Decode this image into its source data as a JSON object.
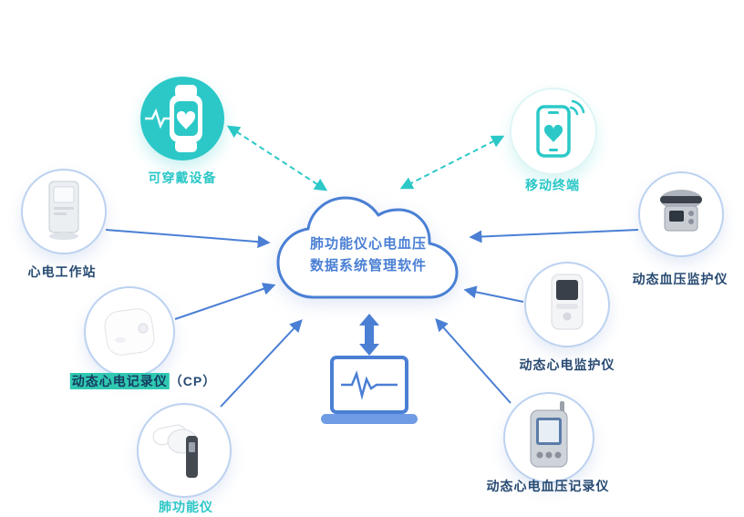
{
  "colors": {
    "teal": "#2cc8c8",
    "blue": "#4a7fd4",
    "teal_label": "#2bc7c7",
    "dark_label": "#274a72",
    "highlight": "#2fc9b2"
  },
  "cloud": {
    "line1": "肺功能仪心电血压",
    "line2": "数据系统管理软件"
  },
  "nodes": {
    "wearable": {
      "label": "可穿戴设备",
      "icon": "smartwatch-icon"
    },
    "mobile": {
      "label": "移动终端",
      "icon": "smartphone-icon"
    },
    "ecg_workstation": {
      "label": "心电工作站",
      "icon": "ecg-workstation-device"
    },
    "holter_recorder": {
      "label_highlight": "动态心电记录仪",
      "label_suffix": "（CP）",
      "icon": "holter-recorder-device"
    },
    "spirometer": {
      "label": "肺功能仪",
      "icon": "spirometer-device"
    },
    "bp_monitor": {
      "label": "动态血压监护仪",
      "icon": "bp-monitor-device"
    },
    "ecg_monitor": {
      "label": "动态心电监护仪",
      "icon": "ecg-monitor-device"
    },
    "ecg_bp_recorder": {
      "label": "动态心电血压记录仪",
      "icon": "ecg-bp-recorder-device"
    }
  }
}
